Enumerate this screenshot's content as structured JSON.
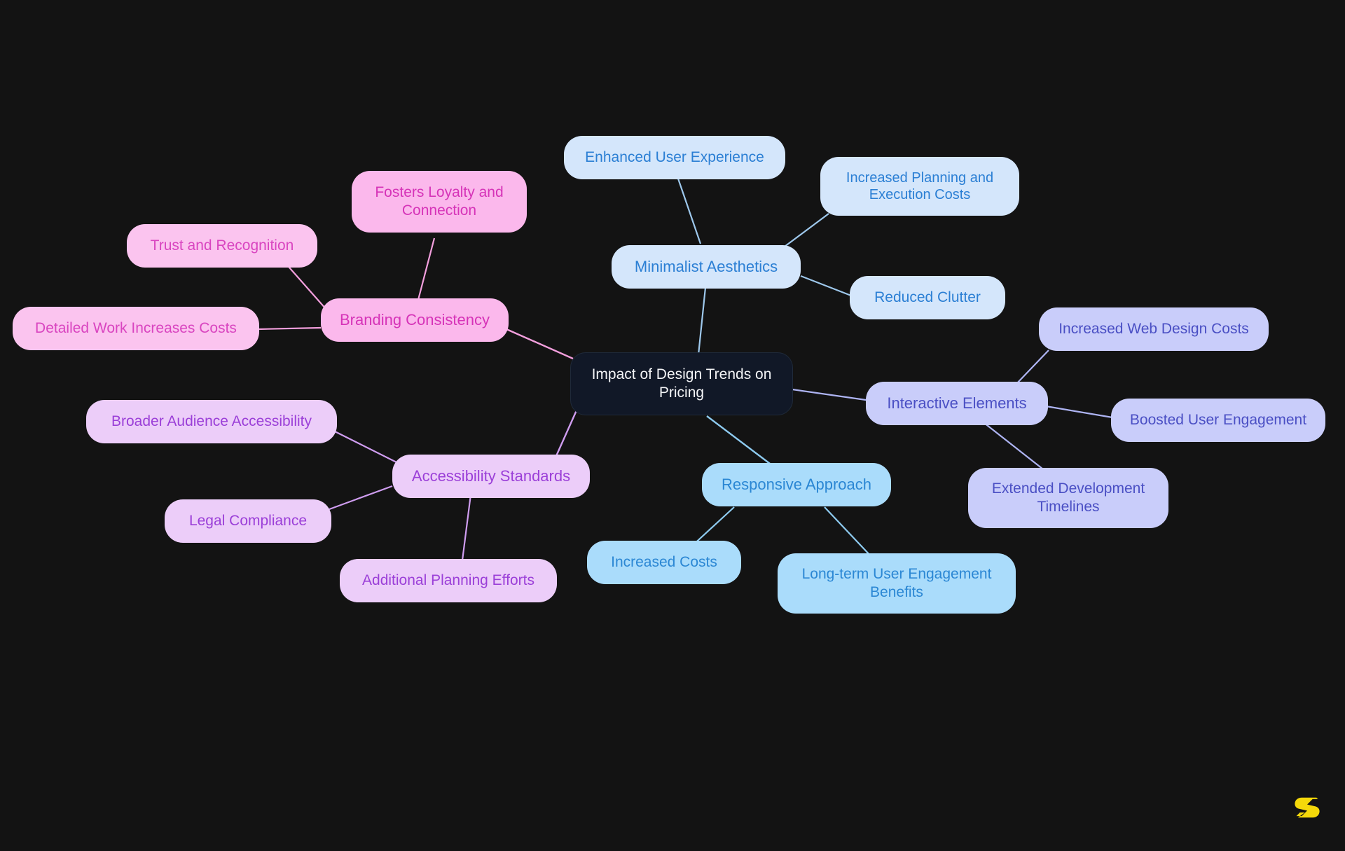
{
  "diagram": {
    "title": "Impact of Design Trends on Pricing",
    "type": "mindmap",
    "background_color": "#131313",
    "root": {
      "label": "Impact of Design Trends on Pricing",
      "fill": "#111827",
      "text_color": "#f3f4f6"
    },
    "branches": [
      {
        "id": "branding-consistency",
        "label": "Branding Consistency",
        "fill": "#fbb8ec",
        "text_color": "#d633b8",
        "children": [
          {
            "label": "Trust and Recognition",
            "fill": "#fbc4ef",
            "text_color": "#d945c0"
          },
          {
            "label": "Fosters Loyalty and Connection",
            "fill": "#fbb8ec",
            "text_color": "#d633b8"
          },
          {
            "label": "Detailed Work Increases Costs",
            "fill": "#fbc4ef",
            "text_color": "#d945c0"
          }
        ]
      },
      {
        "id": "minimalist-aesthetics",
        "label": "Minimalist Aesthetics",
        "fill": "#d4e6fb",
        "text_color": "#2b7fd4",
        "children": [
          {
            "label": "Enhanced User Experience",
            "fill": "#d4e6fb",
            "text_color": "#2b7fd4"
          },
          {
            "label": "Increased Planning and Execution Costs",
            "fill": "#d4e6fb",
            "text_color": "#2b7fd4"
          },
          {
            "label": "Reduced Clutter",
            "fill": "#d4e6fb",
            "text_color": "#2b7fd4"
          }
        ]
      },
      {
        "id": "interactive-elements",
        "label": "Interactive Elements",
        "fill": "#c9cdfa",
        "text_color": "#4a4fc4",
        "children": [
          {
            "label": "Increased Web Design Costs",
            "fill": "#c9cdfa",
            "text_color": "#4a4fc4"
          },
          {
            "label": "Boosted User Engagement",
            "fill": "#c9cdfa",
            "text_color": "#4a4fc4"
          },
          {
            "label": "Extended Development Timelines",
            "fill": "#c9cdfa",
            "text_color": "#4a4fc4"
          }
        ]
      },
      {
        "id": "responsive-approach",
        "label": "Responsive Approach",
        "fill": "#aadcfb",
        "text_color": "#2b87d4",
        "children": [
          {
            "label": "Increased Costs",
            "fill": "#aadcfb",
            "text_color": "#2b87d4"
          },
          {
            "label": "Long-term User Engagement Benefits",
            "fill": "#aadcfb",
            "text_color": "#2b87d4"
          }
        ]
      },
      {
        "id": "accessibility-standards",
        "label": "Accessibility Standards",
        "fill": "#eccdf9",
        "text_color": "#9b3fd8",
        "children": [
          {
            "label": "Broader Audience Accessibility",
            "fill": "#eccdf9",
            "text_color": "#9b3fd8"
          },
          {
            "label": "Legal Compliance",
            "fill": "#eccdf9",
            "text_color": "#9b3fd8"
          },
          {
            "label": "Additional Planning Efforts",
            "fill": "#eccdf9",
            "text_color": "#9b3fd8"
          }
        ]
      }
    ],
    "watermark": {
      "name": "s-logo",
      "color": "#f5d90a"
    }
  }
}
